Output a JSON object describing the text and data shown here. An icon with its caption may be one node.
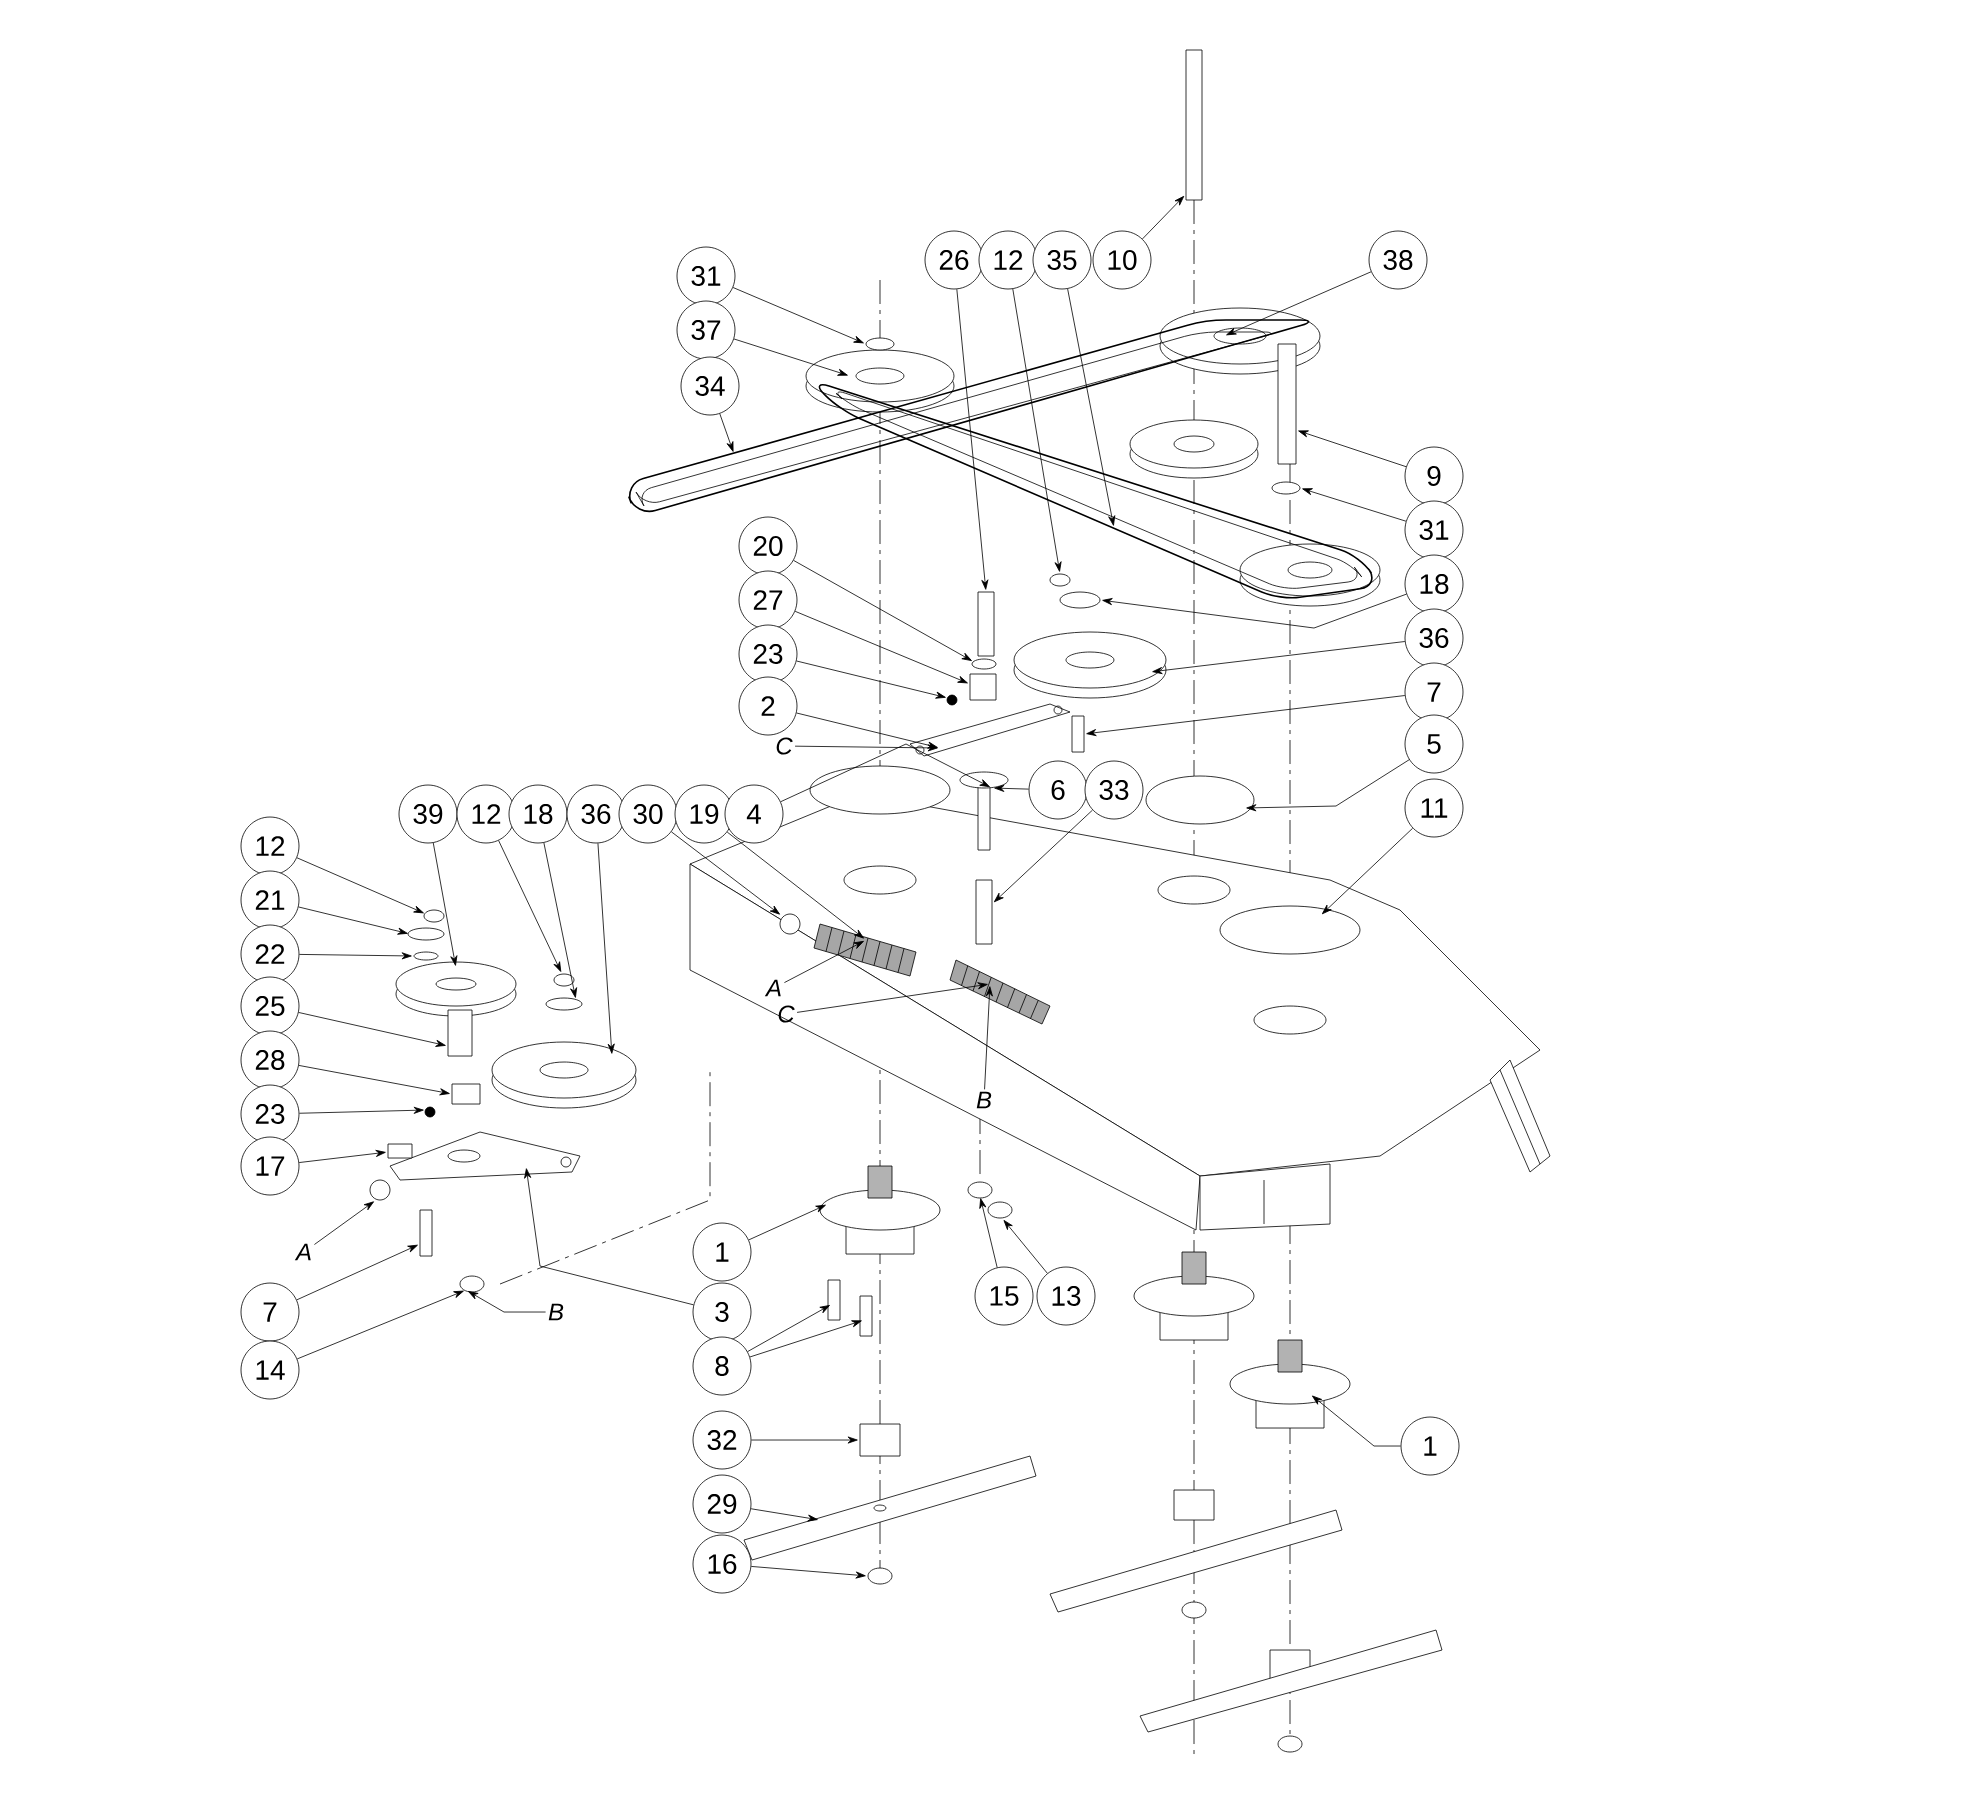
{
  "diagram": {
    "nodes": [
      {
        "text": [
          "31"
        ]
      },
      {
        "text": [
          "26"
        ]
      },
      {
        "text": [
          "12"
        ]
      },
      {
        "text": [
          "35"
        ]
      },
      {
        "text": [
          "10"
        ]
      },
      {
        "text": [
          "38"
        ]
      },
      {
        "text": [
          "37"
        ]
      },
      {
        "text": [
          "34"
        ]
      },
      {
        "text": [
          "9"
        ]
      },
      {
        "text": [
          "31"
        ]
      },
      {
        "text": [
          "20"
        ]
      },
      {
        "text": [
          "18"
        ]
      },
      {
        "text": [
          "27"
        ]
      },
      {
        "text": [
          "36"
        ]
      },
      {
        "text": [
          "23"
        ]
      },
      {
        "text": [
          "7"
        ]
      },
      {
        "text": [
          "2"
        ]
      },
      {
        "text": [
          "C"
        ]
      },
      {
        "text": [
          "5"
        ]
      },
      {
        "text": [
          "6"
        ]
      },
      {
        "text": [
          "33"
        ]
      },
      {
        "text": [
          "11"
        ]
      },
      {
        "text": [
          "39"
        ]
      },
      {
        "text": [
          "12"
        ]
      },
      {
        "text": [
          "18"
        ]
      },
      {
        "text": [
          "36"
        ]
      },
      {
        "text": [
          "30"
        ]
      },
      {
        "text": [
          "19"
        ]
      },
      {
        "text": [
          "4"
        ]
      },
      {
        "text": [
          "12"
        ]
      },
      {
        "text": [
          "21"
        ]
      },
      {
        "text": [
          "22"
        ]
      },
      {
        "text": [
          "A"
        ]
      },
      {
        "text": [
          "25"
        ]
      },
      {
        "text": [
          "C"
        ]
      },
      {
        "text": [
          "28"
        ]
      },
      {
        "text": [
          "B"
        ]
      },
      {
        "text": [
          "23"
        ]
      },
      {
        "text": [
          "17"
        ]
      },
      {
        "text": [
          "1"
        ]
      },
      {
        "text": [
          "A"
        ]
      },
      {
        "text": [
          "15"
        ]
      },
      {
        "text": [
          "13"
        ]
      },
      {
        "text": [
          "7"
        ]
      },
      {
        "text": [
          "3"
        ]
      },
      {
        "text": [
          "B"
        ]
      },
      {
        "text": [
          "8"
        ]
      },
      {
        "text": [
          "14"
        ]
      },
      {
        "text": [
          "32"
        ]
      },
      {
        "text": [
          "1"
        ]
      },
      {
        "text": [
          "29"
        ]
      },
      {
        "text": [
          "16"
        ]
      },
      {
        "text": [],
        "shape": "circle"
      },
      {
        "text": [],
        "shape": "picture"
      },
      {
        "text": [],
        "shape": "picture"
      },
      {
        "text": [],
        "shape": "box"
      },
      {
        "text": [],
        "shape": "circle"
      },
      {
        "text": [],
        "shape": "picture"
      },
      {
        "text": [],
        "shape": "box"
      },
      {
        "text": [],
        "shape": "picture"
      },
      {
        "text": [],
        "shape": "box"
      },
      {
        "text": [],
        "shape": "circle"
      },
      {
        "text": [],
        "shape": "circle"
      },
      {
        "text": [],
        "shape": "circle"
      },
      {
        "text": [],
        "shape": "box"
      },
      {
        "text": [],
        "shape": "picture"
      },
      {
        "text": [],
        "shape": "circle"
      },
      {
        "text": [],
        "shape": "box"
      },
      {
        "text": [],
        "shape": "picture"
      },
      {
        "text": [],
        "shape": "circle"
      },
      {
        "text": [],
        "shape": "picture"
      },
      {
        "text": [],
        "shape": "box"
      },
      {
        "text": [],
        "shape": "circle"
      },
      {
        "text": [],
        "shape": "picture"
      },
      {
        "text": [],
        "shape": "circle"
      },
      {
        "text": [],
        "shape": "circle"
      },
      {
        "text": [],
        "shape": "picture"
      },
      {
        "text": [],
        "shape": "circle"
      },
      {
        "text": [],
        "shape": "picture"
      },
      {
        "text": [],
        "shape": "circle"
      },
      {
        "text": [],
        "shape": "circle"
      },
      {
        "text": [],
        "shape": "circle"
      },
      {
        "text": [],
        "shape": "box"
      },
      {
        "text": [],
        "shape": "picture"
      },
      {
        "text": [],
        "shape": "box"
      },
      {
        "text": [],
        "shape": "circle"
      },
      {
        "text": [],
        "shape": "picture"
      },
      {
        "text": [],
        "shape": "picture"
      },
      {
        "text": [],
        "shape": "circle"
      },
      {
        "text": [],
        "shape": "circle"
      },
      {
        "text": [],
        "shape": "circle"
      },
      {
        "text": [],
        "shape": "box"
      },
      {
        "text": [],
        "shape": "circle"
      },
      {
        "text": [],
        "shape": "box"
      },
      {
        "text": [],
        "shape": "box"
      },
      {
        "text": [],
        "shape": "box"
      },
      {
        "text": [],
        "shape": "picture"
      },
      {
        "text": [],
        "shape": "picture"
      },
      {
        "text": [],
        "shape": "circle"
      },
      {
        "text": [],
        "shape": "box"
      }
    ],
    "edges": [
      {
        "from": 0,
        "to": 52,
        "arrow": "to"
      },
      {
        "from": 1,
        "to": 55,
        "arrow": "to"
      },
      {
        "from": 2,
        "to": 56,
        "arrow": "to"
      },
      {
        "from": 3,
        "to": 57,
        "arrow": "to"
      },
      {
        "from": 4,
        "to": 58,
        "arrow": "to"
      },
      {
        "from": 5,
        "to": 59,
        "arrow": "to"
      },
      {
        "from": 6,
        "to": 53,
        "arrow": "to"
      },
      {
        "from": 7,
        "to": 54,
        "arrow": "to"
      },
      {
        "from": 8,
        "to": 60,
        "arrow": "to"
      },
      {
        "from": 9,
        "to": 61,
        "arrow": "to"
      },
      {
        "from": 10,
        "to": 62,
        "arrow": "to"
      },
      {
        "from": 11,
        "to": 63,
        "arrow": "to"
      },
      {
        "from": 12,
        "to": 64,
        "arrow": "to"
      },
      {
        "from": 13,
        "to": 65,
        "arrow": "to"
      },
      {
        "from": 14,
        "to": 66,
        "arrow": "to"
      },
      {
        "from": 15,
        "to": 67,
        "arrow": "to"
      },
      {
        "from": 16,
        "to": 68,
        "arrow": "to"
      },
      {
        "from": 17,
        "to": 68,
        "arrow": "to"
      },
      {
        "from": 18,
        "to": 69,
        "arrow": "to"
      },
      {
        "from": 19,
        "to": 70,
        "arrow": "to"
      },
      {
        "from": 20,
        "to": 71,
        "arrow": "to"
      },
      {
        "from": 21,
        "to": 72,
        "arrow": "to"
      },
      {
        "from": 22,
        "to": 73,
        "arrow": "to"
      },
      {
        "from": 23,
        "to": 74,
        "arrow": "to"
      },
      {
        "from": 24,
        "to": 75,
        "arrow": "to"
      },
      {
        "from": 25,
        "to": 76,
        "arrow": "to"
      },
      {
        "from": 26,
        "to": 77,
        "arrow": "to"
      },
      {
        "from": 27,
        "to": 78,
        "arrow": "to"
      },
      {
        "from": 28,
        "to": 70,
        "arrow": "to"
      },
      {
        "from": 29,
        "to": 79,
        "arrow": "to"
      },
      {
        "from": 30,
        "to": 80,
        "arrow": "to"
      },
      {
        "from": 31,
        "to": 81,
        "arrow": "to"
      },
      {
        "from": 32,
        "to": 78,
        "arrow": "to"
      },
      {
        "from": 33,
        "to": 82,
        "arrow": "to"
      },
      {
        "from": 34,
        "to": 83,
        "arrow": "to"
      },
      {
        "from": 35,
        "to": 84,
        "arrow": "to"
      },
      {
        "from": 36,
        "to": 83,
        "arrow": "to"
      },
      {
        "from": 37,
        "to": 85,
        "arrow": "to"
      },
      {
        "from": 38,
        "to": 99,
        "arrow": "to"
      },
      {
        "from": 39,
        "to": 87,
        "arrow": "to"
      },
      {
        "from": 40,
        "to": 88,
        "arrow": "to"
      },
      {
        "from": 41,
        "to": 89,
        "arrow": "to"
      },
      {
        "from": 42,
        "to": 90,
        "arrow": "to"
      },
      {
        "from": 43,
        "to": 91,
        "arrow": "to"
      },
      {
        "from": 44,
        "to": 86,
        "arrow": "to"
      },
      {
        "from": 45,
        "to": 92,
        "arrow": "to"
      },
      {
        "from": 46,
        "to": 93,
        "arrow": "to"
      },
      {
        "from": 46,
        "to": 94,
        "arrow": "to"
      },
      {
        "from": 47,
        "to": 92,
        "arrow": "to"
      },
      {
        "from": 48,
        "to": 95,
        "arrow": "to"
      },
      {
        "from": 49,
        "to": 96,
        "arrow": "to"
      },
      {
        "from": 50,
        "to": 97,
        "arrow": "to"
      },
      {
        "from": 51,
        "to": 98,
        "arrow": "to"
      }
    ]
  }
}
